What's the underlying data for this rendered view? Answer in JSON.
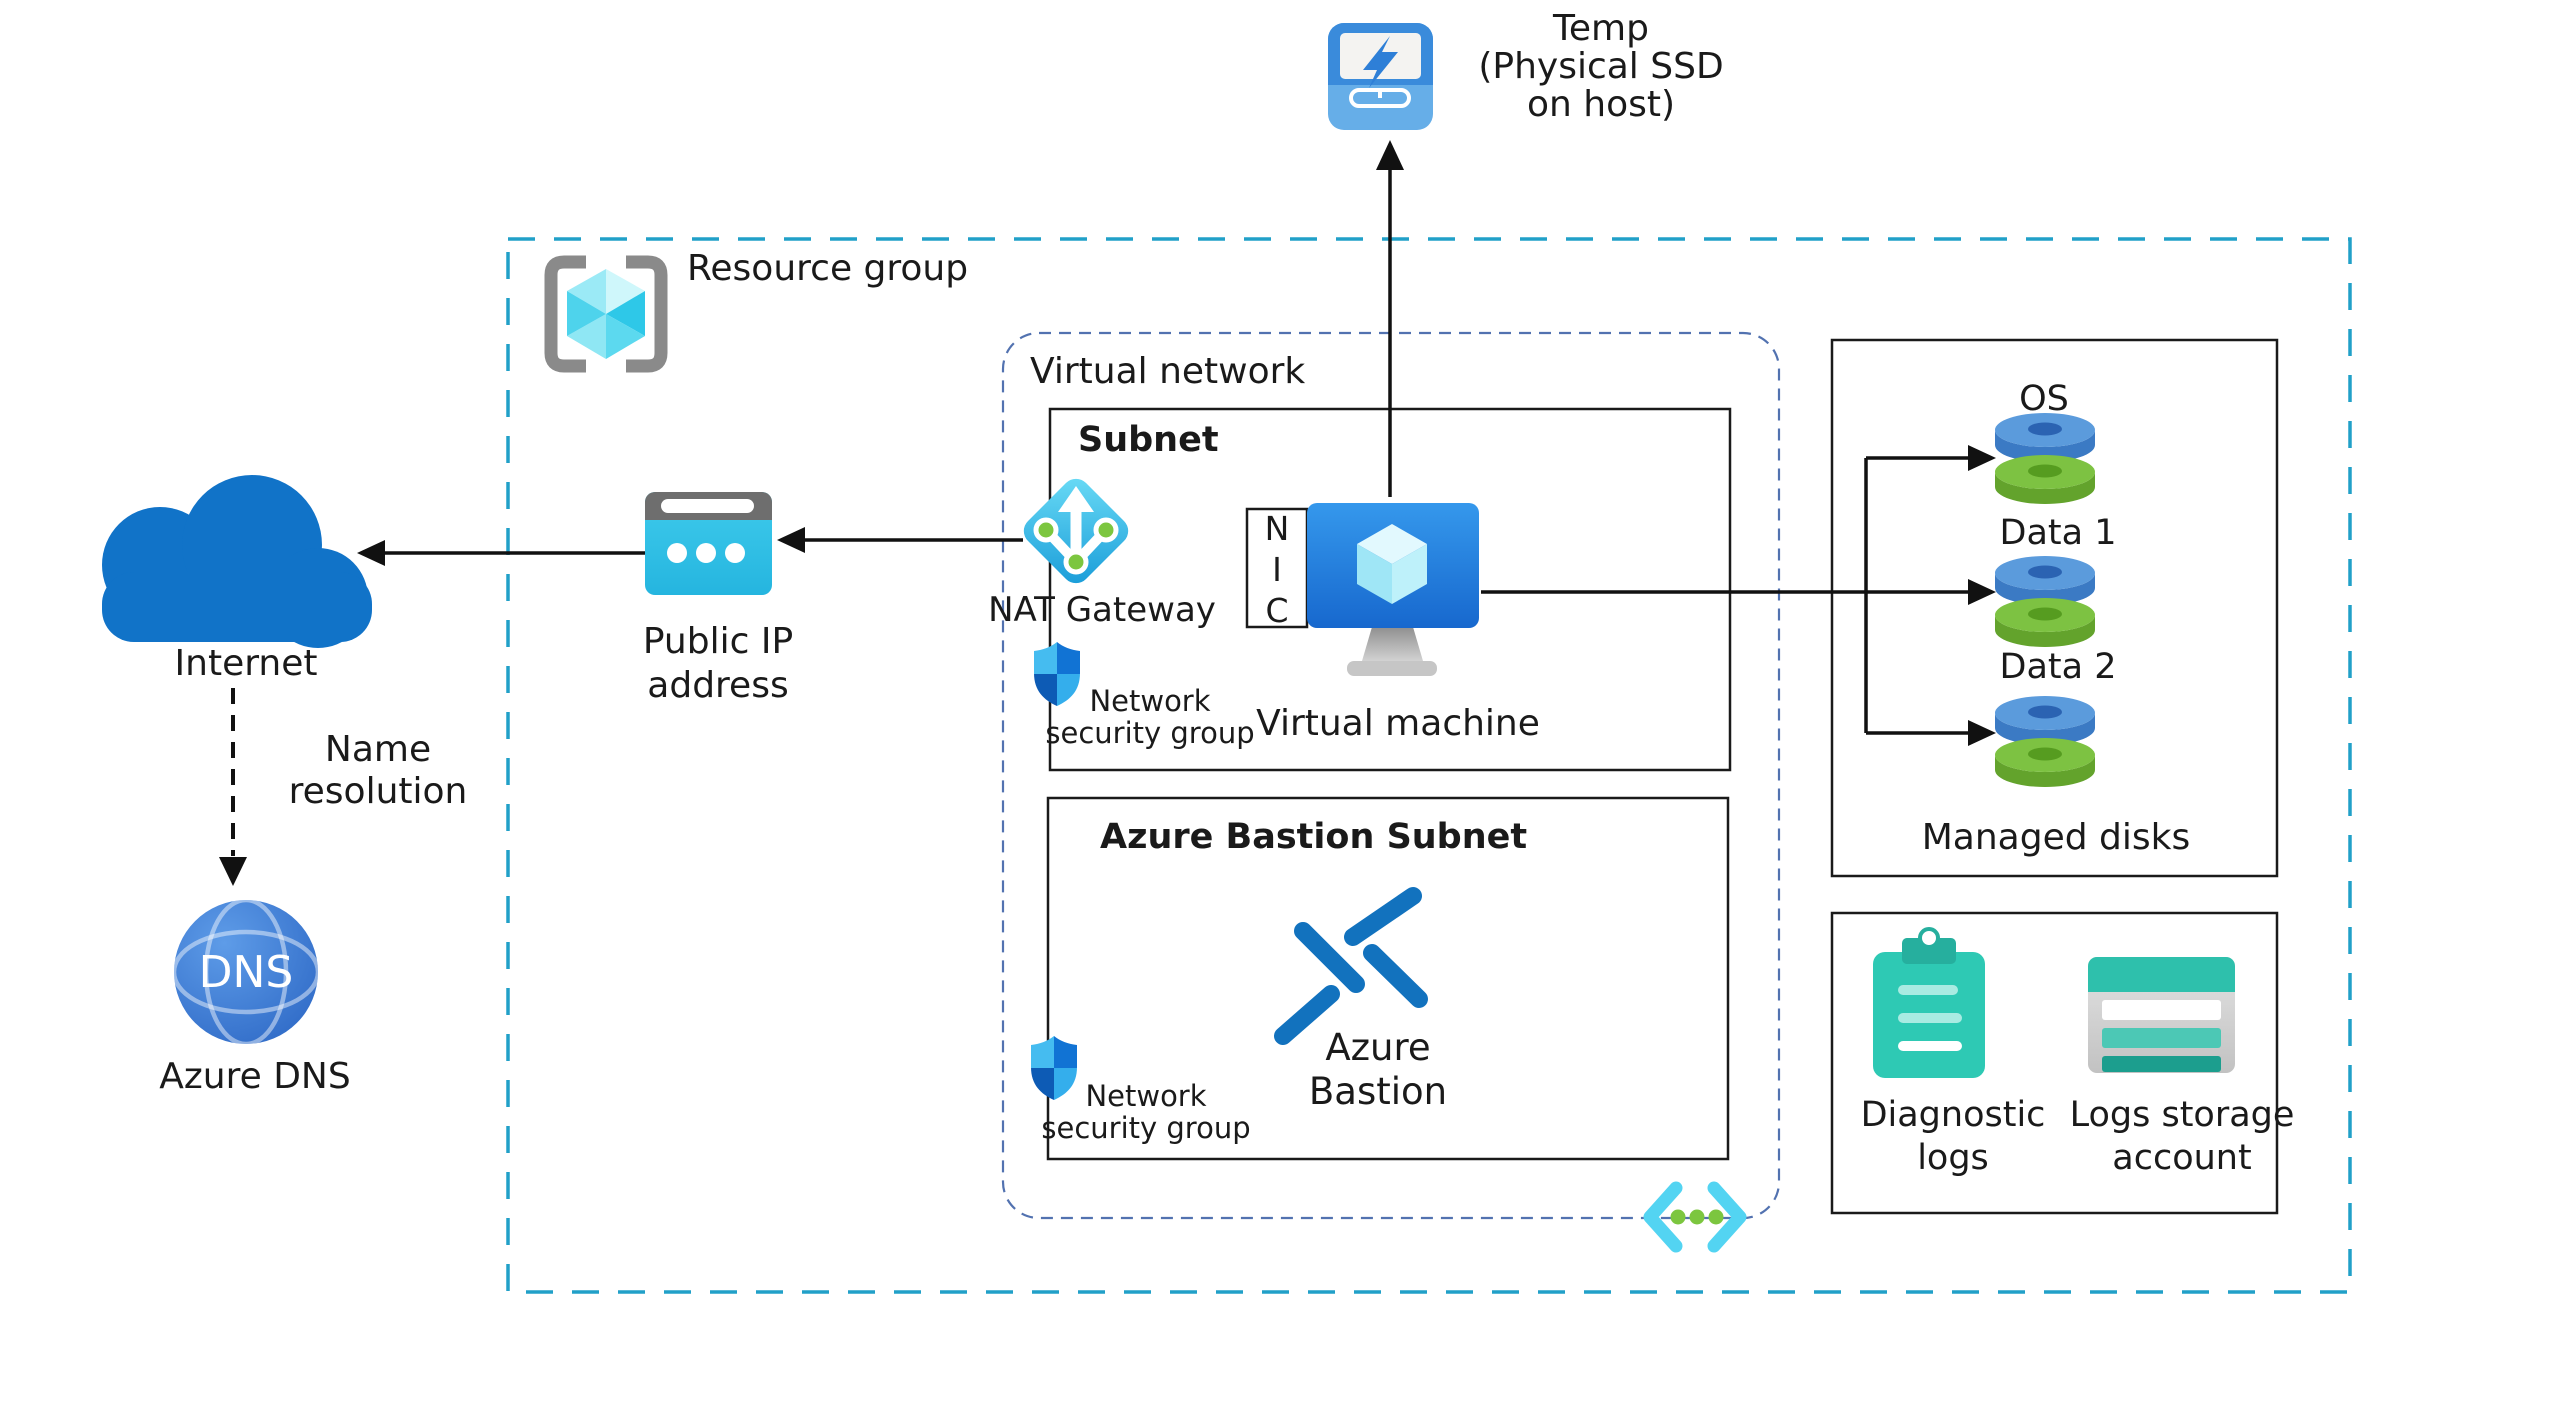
{
  "labels": {
    "temp": "Temp\n(Physical SSD\non host)",
    "resource_group": "Resource group",
    "virtual_network": "Virtual network",
    "subnet": "Subnet",
    "nat_gateway": "NAT Gateway",
    "nsg_subnet": "Network\nsecurity group",
    "nic": "N\nI\nC",
    "virtual_machine": "Virtual machine",
    "bastion_subnet": "Azure Bastion Subnet",
    "azure_bastion": "Azure\nBastion",
    "nsg_bastion": "Network\nsecurity group",
    "os_disk": "OS",
    "data1_disk": "Data 1",
    "data2_disk": "Data 2",
    "managed_disks": "Managed disks",
    "diagnostic_logs": "Diagnostic\nlogs",
    "logs_storage": "Logs storage\naccount",
    "public_ip": "Public IP\naddress",
    "internet": "Internet",
    "name_resolution": "Name\nresolution",
    "azure_dns_caption": "Azure DNS",
    "dns_globe": "DNS"
  },
  "colors": {
    "rg_border": "#21A0C8",
    "vn_border": "#5272B0",
    "box_border": "#1a1a1a",
    "arrow": "#111111",
    "cloud_blue": "#1173C8",
    "bastion_icon_blue": "#1272BE",
    "disk_blue": "#5B9BDC",
    "disk_green": "#7DC242",
    "teal_icon": "#2EC9B4"
  }
}
